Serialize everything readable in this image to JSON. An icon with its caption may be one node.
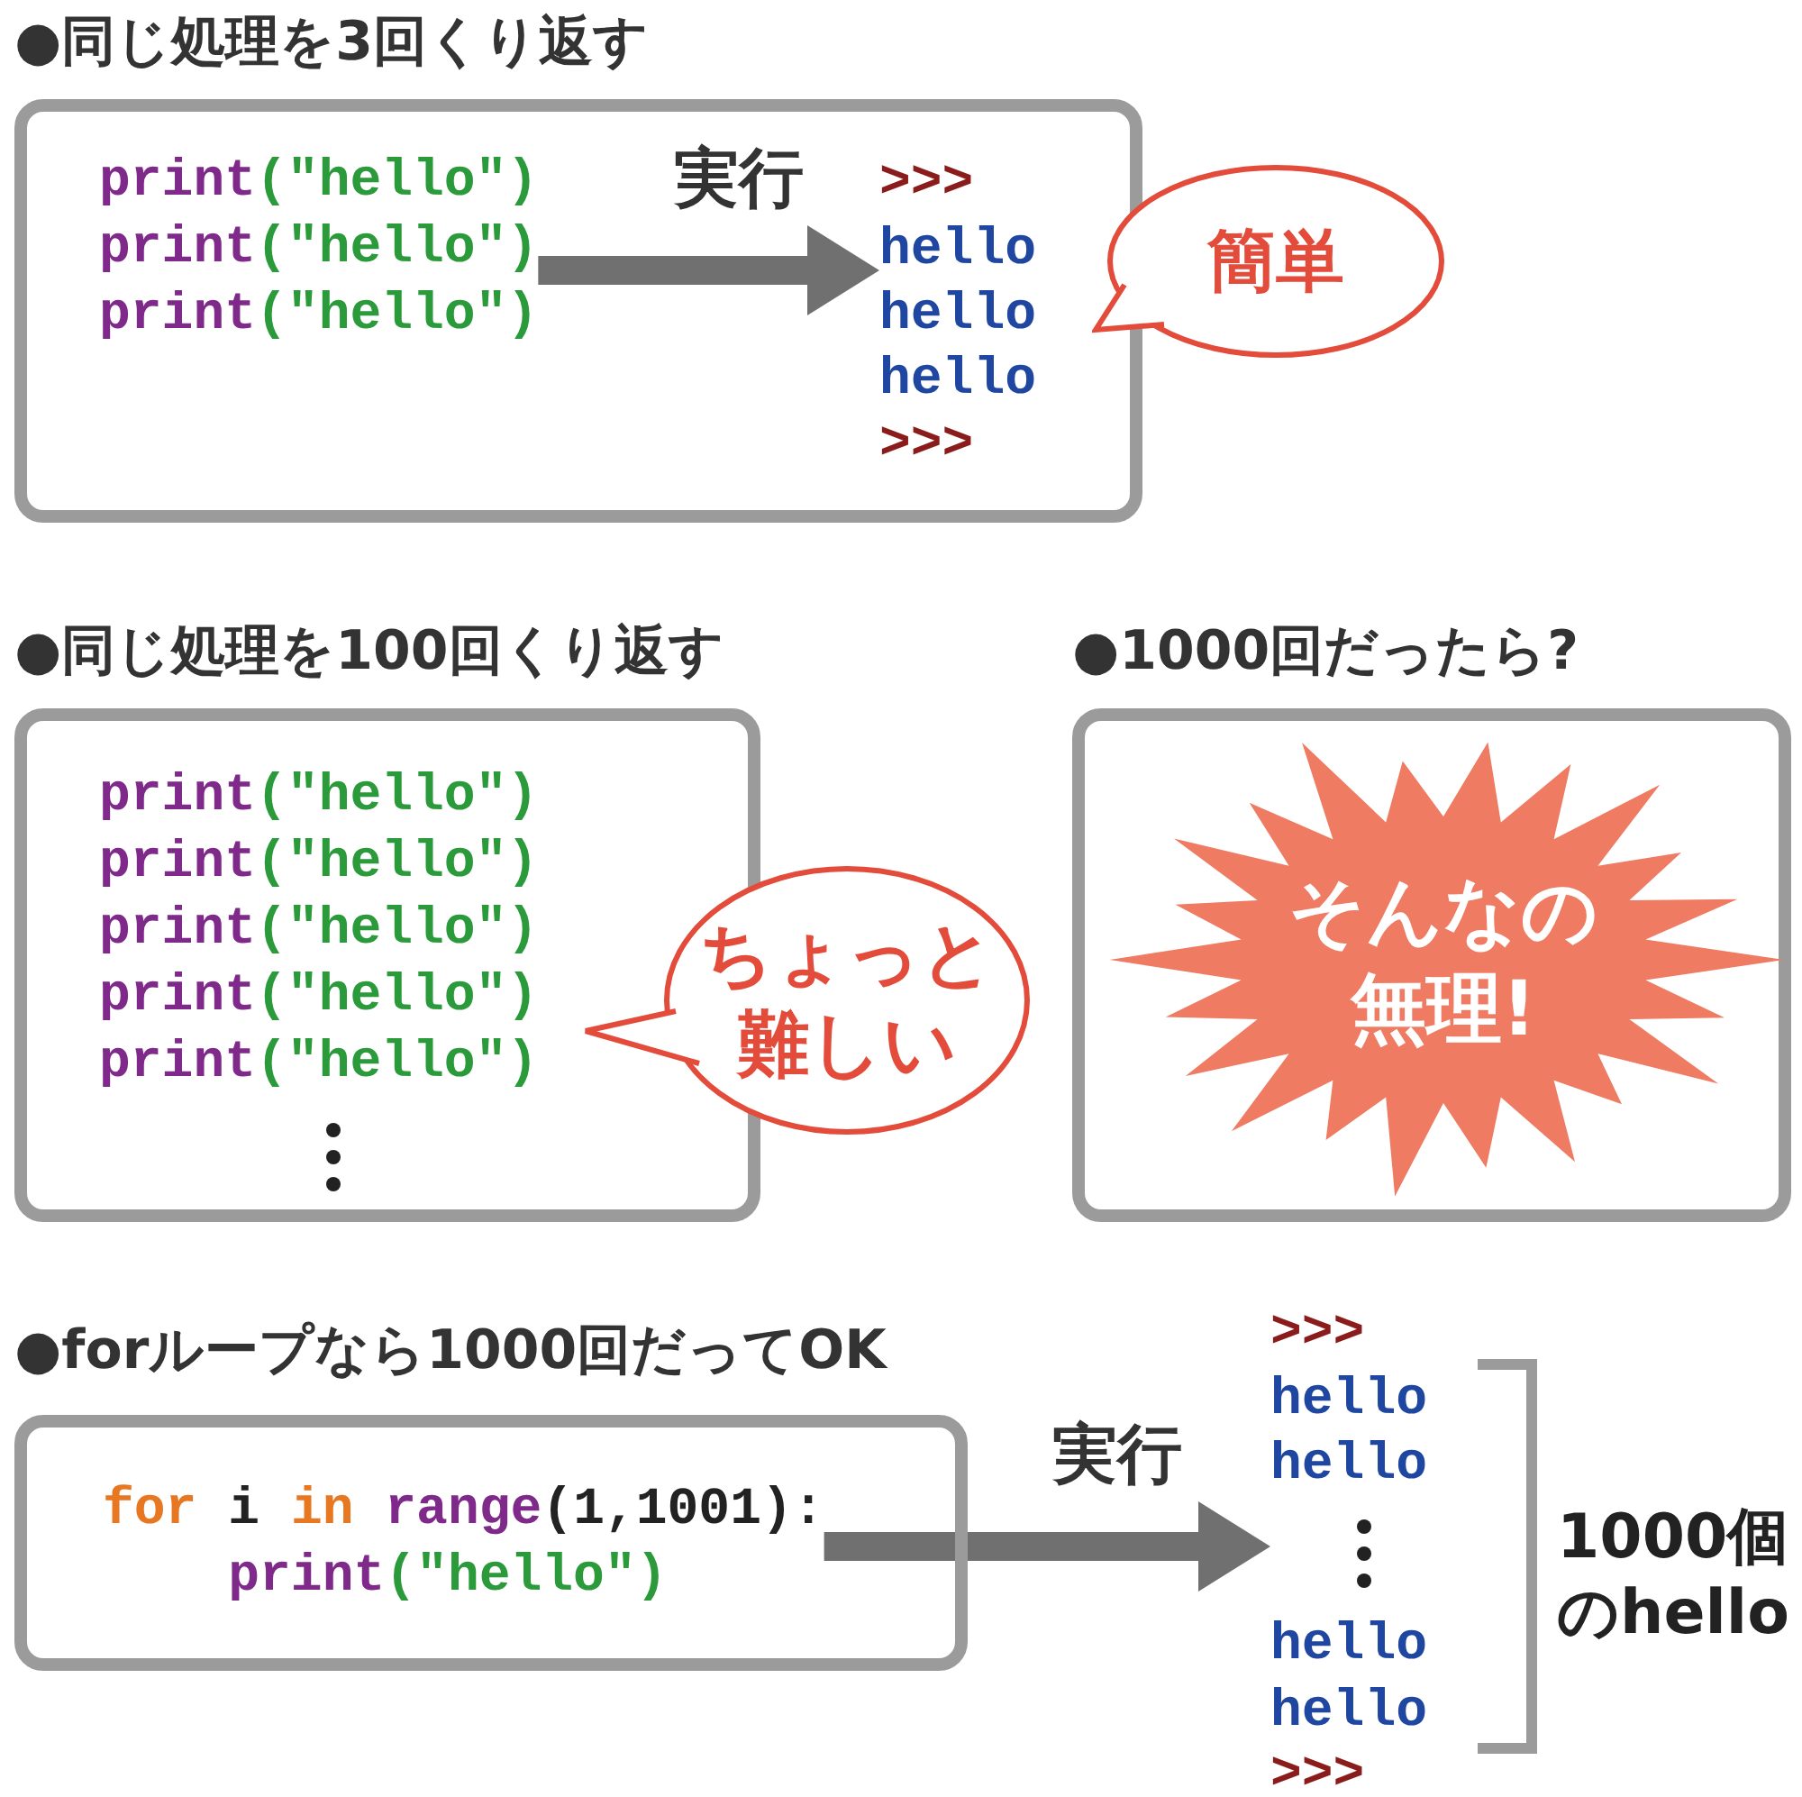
{
  "diagram": {
    "nodes": [
      {
        "text": [
          "●同じ処理を3回くり返す"
        ]
      },
      {
        "text": [
          "print(\"hello\")",
          "print(\"hello\")",
          "print(\"hello\")"
        ],
        "in": 0
      },
      {
        "text": [
          ">>>",
          "hello",
          "hello",
          "hello",
          ">>>"
        ],
        "in": 0
      },
      {
        "text": [
          "簡単"
        ]
      },
      {
        "text": [
          "●同じ処理を100回くり返す"
        ]
      },
      {
        "text": [
          "print(\"hello\")",
          "print(\"hello\")",
          "print(\"hello\")",
          "print(\"hello\")",
          "print(\"hello\")"
        ],
        "in": 4
      },
      {
        "text": [
          "ちょっと難しい"
        ]
      },
      {
        "text": [
          "●1000回だったら?"
        ]
      },
      {
        "text": [
          "そんなの無理!"
        ],
        "in": 7
      },
      {
        "text": [
          "●forループなら1000回だってOK"
        ]
      },
      {
        "text": [
          "for i in range(1,1001):",
          "    print(\"hello\")"
        ],
        "in": 9
      },
      {
        "text": [
          ">>>",
          "hello",
          "hello",
          "hello",
          "hello",
          ">>>"
        ],
        "beside": [
          "1000個のhello"
        ]
      }
    ],
    "edges": [
      {
        "from": 1,
        "to": 2,
        "arrow": "to",
        "label": "実行"
      },
      {
        "from": 10,
        "to": 11,
        "arrow": "to",
        "label": "実行"
      }
    ]
  }
}
